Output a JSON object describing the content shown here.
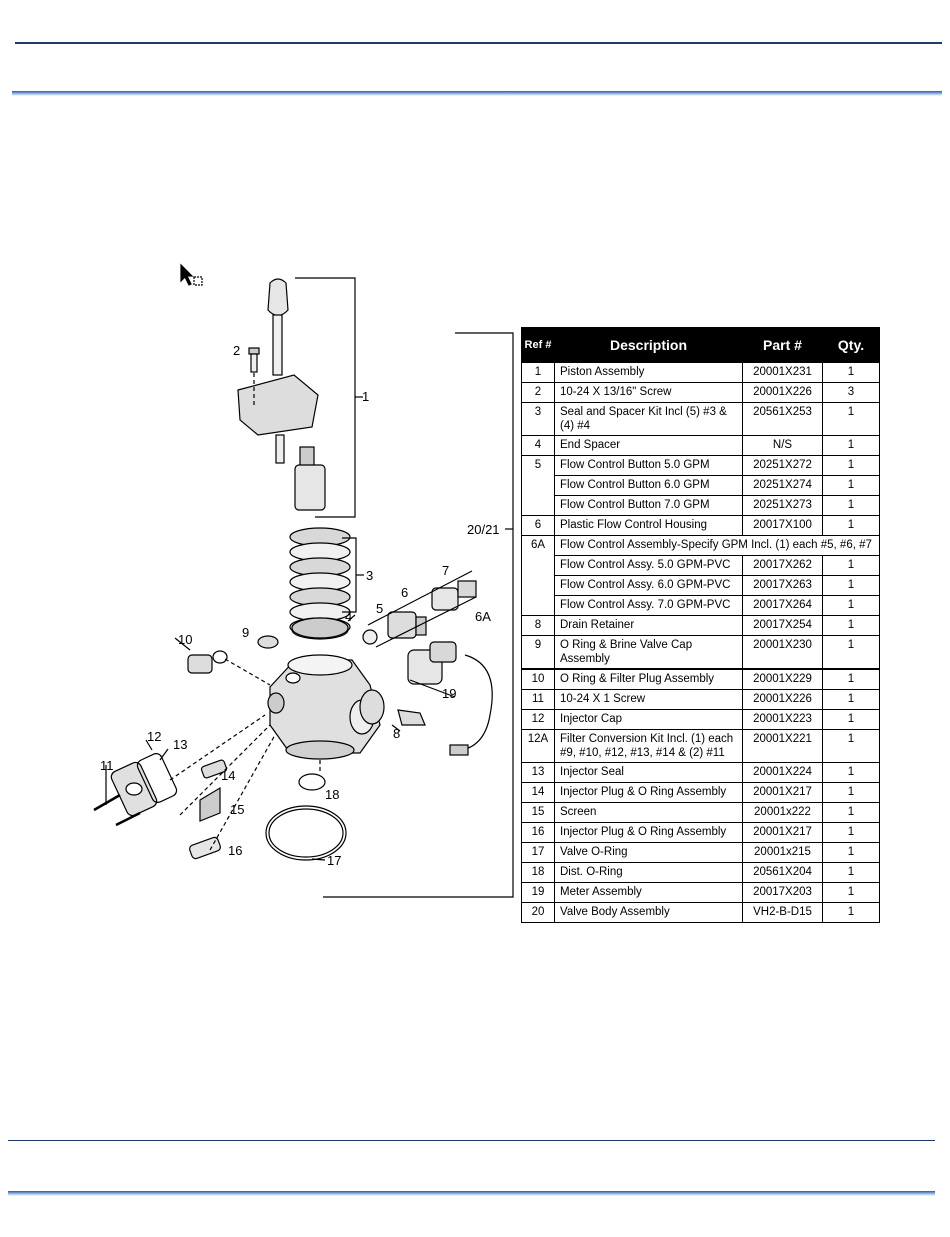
{
  "table": {
    "headers": {
      "ref": "Ref #",
      "description": "Description",
      "part": "Part #",
      "qty": "Qty."
    },
    "rows": [
      {
        "ref": "1",
        "description": "Piston Assembly",
        "part": "20001X231",
        "qty": "1"
      },
      {
        "ref": "2",
        "description": "10-24 X 13/16\" Screw",
        "part": "20001X226",
        "qty": "3"
      },
      {
        "ref": "3",
        "description": "Seal and Spacer Kit Incl (5) #3 & (4) #4",
        "part": "20561X253",
        "qty": "1"
      },
      {
        "ref": "4",
        "description": "End Spacer",
        "part": "N/S",
        "qty": "1"
      },
      {
        "ref": "5",
        "description": "Flow Control Button 5.0 GPM",
        "part": "20251X272",
        "qty": "1"
      },
      {
        "ref": "",
        "description": "Flow Control Button 6.0 GPM",
        "part": "20251X274",
        "qty": "1"
      },
      {
        "ref": "",
        "description": "Flow Control Button 7.0 GPM",
        "part": "20251X273",
        "qty": "1"
      },
      {
        "ref": "6",
        "description": "Plastic Flow Control Housing",
        "part": "20017X100",
        "qty": "1"
      },
      {
        "ref": "6A",
        "description": "Flow Control Assembly-Specify GPM Incl. (1) each #5, #6, #7",
        "part": "",
        "qty": ""
      },
      {
        "ref": "",
        "description": "Flow Control Assy. 5.0 GPM-PVC",
        "part": "20017X262",
        "qty": "1"
      },
      {
        "ref": "",
        "description": "Flow Control Assy. 6.0 GPM-PVC",
        "part": "20017X263",
        "qty": "1"
      },
      {
        "ref": "",
        "description": "Flow Control Assy. 7.0 GPM-PVC",
        "part": "20017X264",
        "qty": "1"
      },
      {
        "ref": "8",
        "description": "Drain Retainer",
        "part": "20017X254",
        "qty": "1"
      },
      {
        "ref": "9",
        "description": "O Ring & Brine Valve Cap Assembly",
        "part": "20001X230",
        "qty": "1"
      },
      {
        "ref": "10",
        "description": "O Ring & Filter Plug Assembly",
        "part": "20001X229",
        "qty": "1"
      },
      {
        "ref": "11",
        "description": "10-24 X 1 Screw",
        "part": "20001X226",
        "qty": "1"
      },
      {
        "ref": "12",
        "description": "Injector Cap",
        "part": "20001X223",
        "qty": "1"
      },
      {
        "ref": "12A",
        "description": "Filter Conversion Kit Incl. (1) each #9, #10, #12, #13, #14 & (2) #11",
        "part": "20001X221",
        "qty": "1"
      },
      {
        "ref": "13",
        "description": "Injector Seal",
        "part": "20001X224",
        "qty": "1"
      },
      {
        "ref": "14",
        "description": "Injector Plug & O Ring Assembly",
        "part": "20001X217",
        "qty": "1"
      },
      {
        "ref": "15",
        "description": "Screen",
        "part": "20001x222",
        "qty": "1"
      },
      {
        "ref": "16",
        "description": "Injector Plug & O Ring Assembly",
        "part": "20001X217",
        "qty": "1"
      },
      {
        "ref": "17",
        "description": "Valve O-Ring",
        "part": "20001x215",
        "qty": "1"
      },
      {
        "ref": "18",
        "description": "Dist. O-Ring",
        "part": "20561X204",
        "qty": "1"
      },
      {
        "ref": "19",
        "description": "Meter Assembly",
        "part": "20017X203",
        "qty": "1"
      },
      {
        "ref": "20",
        "description": "Valve Body Assembly",
        "part": "VH2-B-D15",
        "qty": "1"
      }
    ]
  },
  "diagram": {
    "callouts": {
      "c1": "1",
      "c2": "2",
      "c3": "3",
      "c4": "4",
      "c5": "5",
      "c6": "6",
      "c6a": "6A",
      "c7": "7",
      "c8": "8",
      "c9": "9",
      "c10": "10",
      "c11": "11",
      "c12": "12",
      "c13": "13",
      "c14": "14",
      "c15": "15",
      "c16": "16",
      "c17": "17",
      "c18": "18",
      "c19": "19",
      "c2021": "20/21"
    }
  }
}
